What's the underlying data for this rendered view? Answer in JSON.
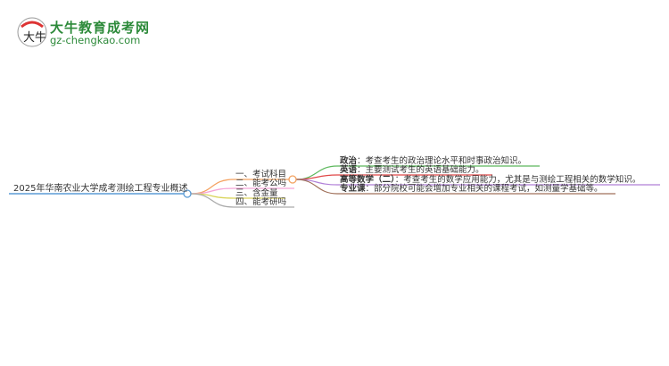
{
  "logo": {
    "name": "大牛教育成考网",
    "url": "gz-chengkao.com",
    "mark": "大牛"
  },
  "root": {
    "label": "2025年华南农业大学成考测绘工程专业概述",
    "color": "#5b9bd5"
  },
  "branches": [
    {
      "label": "一、考试科目",
      "color": "#f4a261"
    },
    {
      "label": "二、能考公吗",
      "color": "#f5a3d6"
    },
    {
      "label": "三、含金量",
      "color": "#d9d45a"
    },
    {
      "label": "四、能考研吗",
      "color": "#aaaaaa"
    }
  ],
  "leaves": [
    {
      "title": "政治",
      "text": "：考查考生的政治理论水平和时事政治知识。",
      "color": "#5cb85c"
    },
    {
      "title": "英语",
      "text": "：主要测试考生的英语基础能力。",
      "color": "#e04848"
    },
    {
      "title": "高等数学（二）",
      "text": "：考查考生的数学应用能力，尤其是与测绘工程相关的数学知识。",
      "color": "#b07fd8"
    },
    {
      "title": "专业课",
      "text": "：部分院校可能会增加专业相关的课程考试，如测量学基础等。",
      "color": "#a0705a"
    }
  ]
}
